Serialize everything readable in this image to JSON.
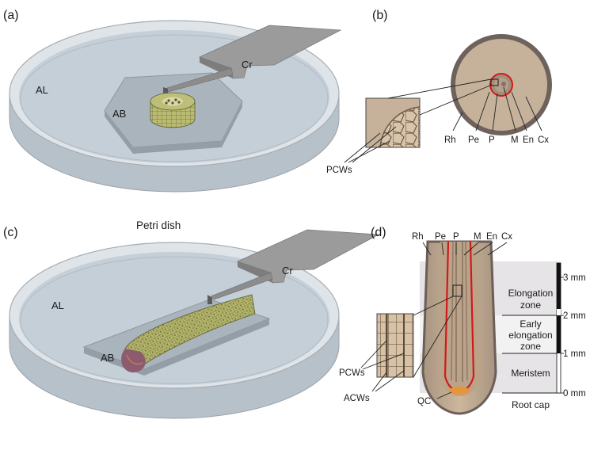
{
  "panels": {
    "a": {
      "label": "(a)",
      "labels": {
        "al": "AL",
        "ab": "AB",
        "cr": "Cr"
      }
    },
    "b": {
      "label": "(b)",
      "tissues": [
        "Rh",
        "Pe",
        "P",
        "M",
        "En",
        "Cx"
      ],
      "inset_label": "PCWs"
    },
    "caption": "Petri dish",
    "c": {
      "label": "(c)",
      "labels": {
        "al": "AL",
        "ab": "AB",
        "cr": "Cr"
      }
    },
    "d": {
      "label": "(d)",
      "tissues": [
        "Rh",
        "Pe",
        "P",
        "M",
        "En",
        "Cx"
      ],
      "inset_labels": {
        "pcws": "PCWs",
        "acws": "ACWs"
      },
      "qc": "QC",
      "zones": {
        "elongation": [
          "Elongation",
          "zone"
        ],
        "early": [
          "Early",
          "elongation",
          "zone"
        ],
        "meristem": "Meristem",
        "root_cap": "Root cap"
      },
      "scale_ticks": [
        "3 mm",
        "2 mm",
        "1 mm",
        "0 mm"
      ]
    }
  },
  "colors": {
    "dish_fill": "#c4cfd8",
    "dish_rim": "#dfe4e8",
    "stage": "#aab4bd",
    "cantilever": "#9b9b9b",
    "root_fill": "#c7b29a",
    "root_edge": "#6b5f58",
    "endodermis": "#d01a1a",
    "cell_green": "#a9ad5e",
    "qc": "#e8953a"
  }
}
